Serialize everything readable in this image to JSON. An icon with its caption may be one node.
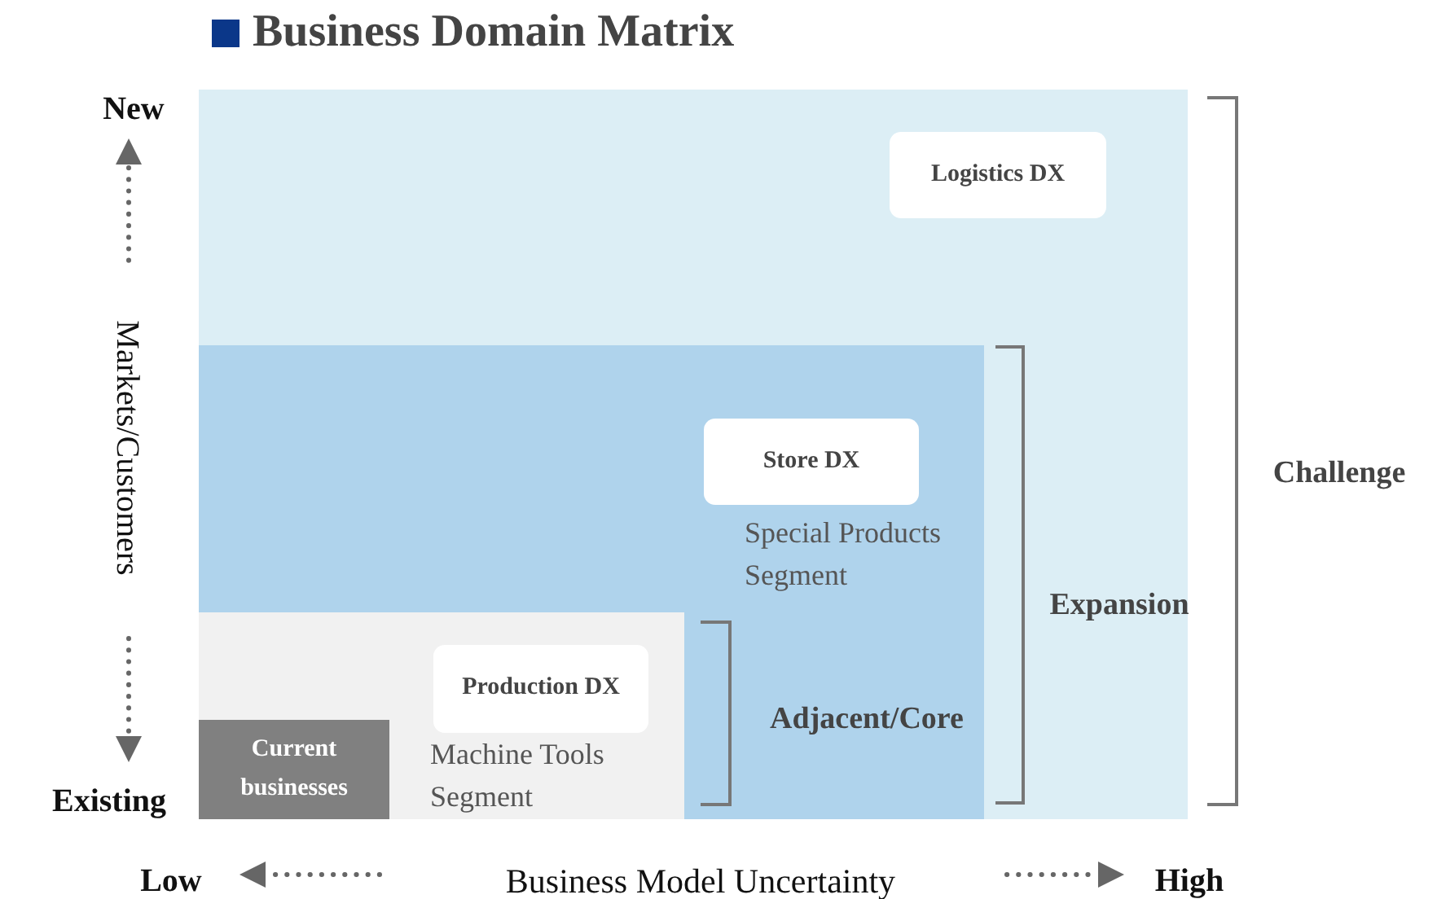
{
  "diagram": {
    "title": "Business Domain Matrix",
    "nodes": [
      {
        "text": [],
        "shape": "box"
      },
      {
        "text": [
          "Logistics DX"
        ],
        "in": 0
      },
      {
        "text": [],
        "shape": "box",
        "in": 0
      },
      {
        "text": [
          "Store DX"
        ],
        "in": 2,
        "beside": [
          "Special Products Segment"
        ]
      },
      {
        "text": [],
        "shape": "box",
        "in": 2
      },
      {
        "text": [
          "Production DX"
        ],
        "in": 4,
        "beside": [
          "Machine Tools Segment"
        ]
      },
      {
        "text": [
          "Current businesses"
        ],
        "in": 4
      }
    ],
    "edges": [],
    "labels": [
      "New",
      "Markets/Customers",
      "Existing",
      "Challenge",
      "Expansion",
      "Adjacent/Core",
      "Low",
      "Business Model Uncertainty",
      "High"
    ]
  }
}
